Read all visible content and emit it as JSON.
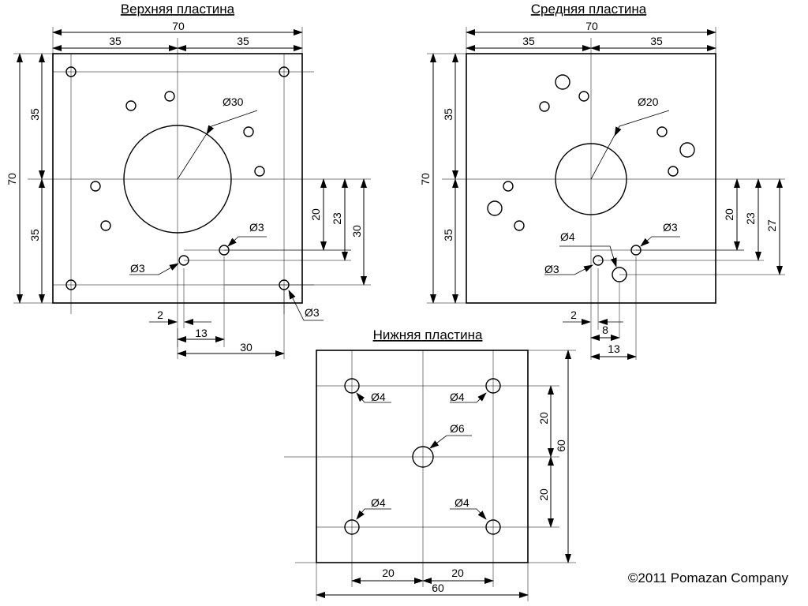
{
  "titles": {
    "top": "Верхняя пластина",
    "middle": "Средняя пластина",
    "bottom": "Нижняя пластина"
  },
  "copyright": "©2011 Pomazan Company",
  "top_plate": {
    "dims": {
      "width": "70",
      "half_left": "35",
      "half_right": "35",
      "height": "70",
      "half_up": "35",
      "half_down": "35",
      "v20": "20",
      "v23": "23",
      "v30": "30",
      "h2": "2",
      "h13": "13",
      "h30": "30"
    },
    "labels": {
      "center": "Ø30",
      "hole_a": "Ø3",
      "hole_b": "Ø3",
      "corner": "Ø3"
    }
  },
  "middle_plate": {
    "dims": {
      "width": "70",
      "half_left": "35",
      "half_right": "35",
      "height": "70",
      "half_up": "35",
      "half_down": "35",
      "v20": "20",
      "v23": "23",
      "v27": "27",
      "h2": "2",
      "h8": "8",
      "h13": "13"
    },
    "labels": {
      "center": "Ø20",
      "hole_a": "Ø3",
      "hole_b": "Ø3",
      "hole_c": "Ø4"
    }
  },
  "bottom_plate": {
    "dims": {
      "v20a": "20",
      "v20b": "20",
      "v60": "60",
      "h20a": "20",
      "h20b": "20",
      "h60": "60"
    },
    "labels": {
      "hole_tl": "Ø4",
      "hole_tr": "Ø4",
      "hole_center": "Ø6",
      "hole_bl": "Ø4",
      "hole_br": "Ø4"
    }
  }
}
